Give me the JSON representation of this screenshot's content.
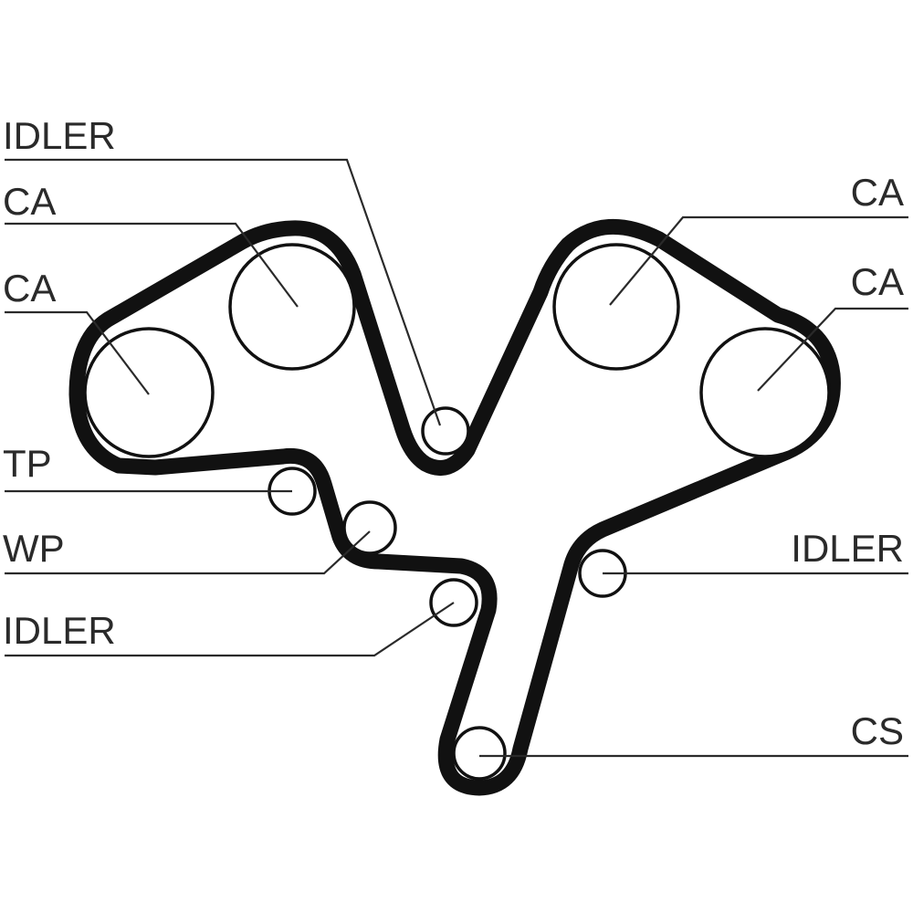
{
  "labels": {
    "idler_top_left": "IDLER",
    "ca_left_upper": "CA",
    "ca_left_lower": "CA",
    "tp": "TP",
    "wp": "WP",
    "idler_bottom_left": "IDLER",
    "ca_right_upper": "CA",
    "ca_right_lower": "CA",
    "idler_right": "IDLER",
    "cs": "CS"
  },
  "colors": {
    "belt": "#111111",
    "text": "#2a2a2a",
    "background": "#ffffff"
  }
}
